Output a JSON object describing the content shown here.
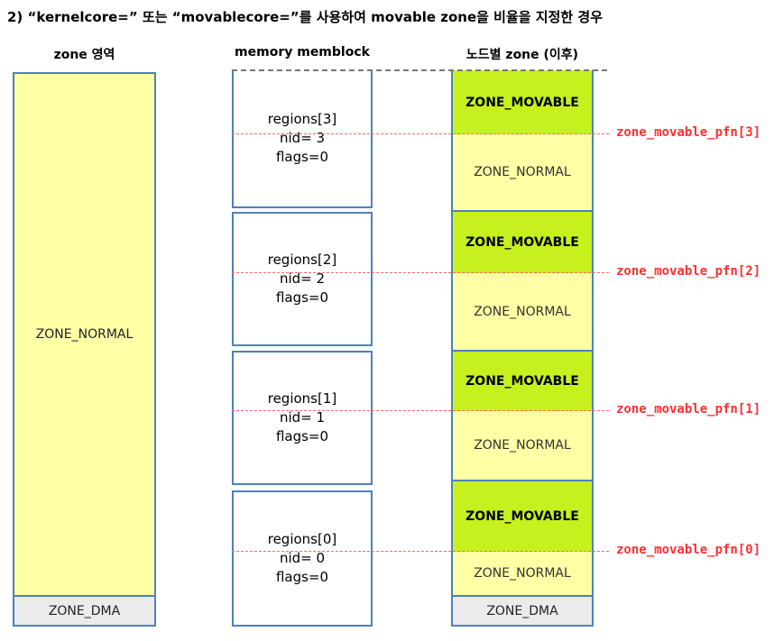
{
  "title": "2) “kernelcore=” 또는 “movablecore=”를 사용하여 movable zone을 비율을 지정한 경우",
  "zone_column": {
    "header": "zone 영역",
    "normal_label": "ZONE_NORMAL",
    "dma_label": "ZONE_DMA"
  },
  "memblock_column": {
    "header": "memory memblock",
    "regions": [
      {
        "name": "regions[3]",
        "nid": "nid= 3",
        "flags": "flags=0"
      },
      {
        "name": "regions[2]",
        "nid": "nid= 2",
        "flags": "flags=0"
      },
      {
        "name": "regions[1]",
        "nid": "nid= 1",
        "flags": "flags=0"
      },
      {
        "name": "regions[0]",
        "nid": "nid= 0",
        "flags": "flags=0"
      }
    ]
  },
  "node_column": {
    "header": "노드별 zone (이후)",
    "sections": [
      {
        "label": "ZONE_MOVABLE",
        "type": "movable"
      },
      {
        "label": "ZONE_NORMAL",
        "type": "normal"
      },
      {
        "label": "ZONE_MOVABLE",
        "type": "movable"
      },
      {
        "label": "ZONE_NORMAL",
        "type": "normal"
      },
      {
        "label": "ZONE_MOVABLE",
        "type": "movable"
      },
      {
        "label": "ZONE_NORMAL",
        "type": "normal"
      },
      {
        "label": "ZONE_MOVABLE",
        "type": "movable"
      },
      {
        "label": "ZONE_NORMAL",
        "type": "normal"
      }
    ],
    "dma_label": "ZONE_DMA"
  },
  "pfn_labels": [
    "zone_movable_pfn[3]",
    "zone_movable_pfn[2]",
    "zone_movable_pfn[1]",
    "zone_movable_pfn[0]"
  ],
  "colors": {
    "movable_green": "#c6f11e",
    "zone_yellow": "#ffffa6",
    "dma_gray": "#ebebeb",
    "border_blue": "#4f81bd",
    "pfn_red": "#ff2f2f",
    "pfn_line_red": "#ff6666"
  }
}
